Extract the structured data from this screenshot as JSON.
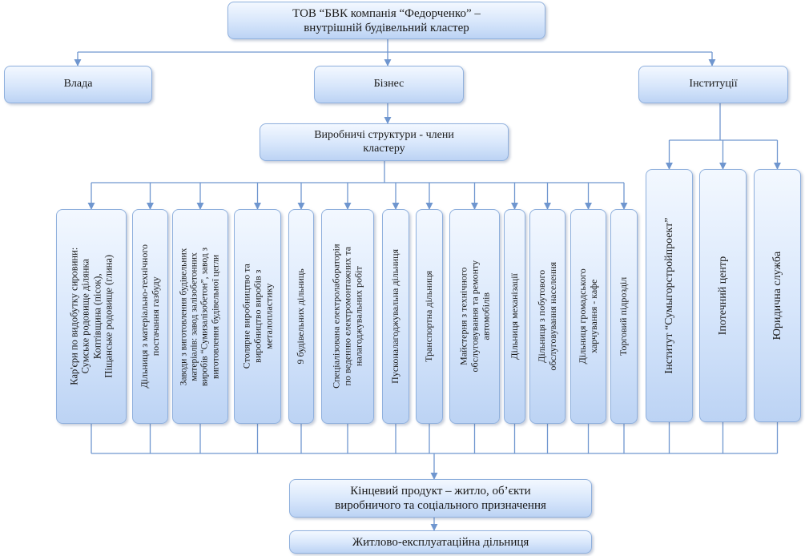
{
  "top": {
    "line1": "ТОВ “БВК компанія “Федорченко” –",
    "line2": "внутрішній будівельний кластер"
  },
  "branches": {
    "power": "Влада",
    "business": "Бізнес",
    "institutions": "Інституції"
  },
  "members": {
    "line1": "Виробничі структури - члени",
    "line2": "кластеру"
  },
  "units": [
    {
      "id": "quarries",
      "lines": [
        "Кар'єри по видобутку сировини:",
        "Сумське родовище ділянка",
        "Коптівщина (пісок),",
        "Піщанське родовище (глина)"
      ]
    },
    {
      "id": "supply",
      "lines": [
        "Дільниця з матеріально-технічного",
        "постачання газбуду"
      ]
    },
    {
      "id": "plants",
      "lines": [
        "Заводи з виготовлення будівельних",
        "матеріалів: завод залізобетонних",
        "виробів “Сумизалізобетон”, завод з",
        "виготовлення будівельної цегли"
      ]
    },
    {
      "id": "joinery",
      "lines": [
        "Столярне виробництво та",
        "виробництво виробів з",
        "металопластику"
      ]
    },
    {
      "id": "sites",
      "lines": [
        "9 будівельних дільниць"
      ]
    },
    {
      "id": "electrolab",
      "lines": [
        "Спеціалізована електролабораторія",
        "по веденню електромонтажних та",
        "налагоджувальних робіт"
      ]
    },
    {
      "id": "commissioning",
      "lines": [
        "Пусконалагоджувальна дільниця"
      ]
    },
    {
      "id": "transport",
      "lines": [
        "Транспортна дільниця"
      ]
    },
    {
      "id": "workshop",
      "lines": [
        "Майстерня з технічного",
        "обслуговування та ремонту",
        "автомобілів"
      ]
    },
    {
      "id": "mechanization",
      "lines": [
        "Дільниця механізації"
      ]
    },
    {
      "id": "household",
      "lines": [
        "Дільниця з побутового",
        "обслуговування населення"
      ]
    },
    {
      "id": "catering",
      "lines": [
        "Дільниця громадського",
        "харчування - кафе"
      ]
    },
    {
      "id": "trade",
      "lines": [
        "Торговий підрозділ"
      ]
    }
  ],
  "institutes": [
    {
      "id": "institute",
      "lines": [
        "Інститут “Сумыгорстройпроект”"
      ]
    },
    {
      "id": "mortgage",
      "lines": [
        "Іпотечний центр"
      ]
    },
    {
      "id": "legal",
      "lines": [
        "Юридична служба"
      ]
    }
  ],
  "product": {
    "line1": "Кінцевий продукт – житло, об’єкти",
    "line2": "виробничого та соціального призначення"
  },
  "housing": "Житлово-експлуатаційна дільниця"
}
